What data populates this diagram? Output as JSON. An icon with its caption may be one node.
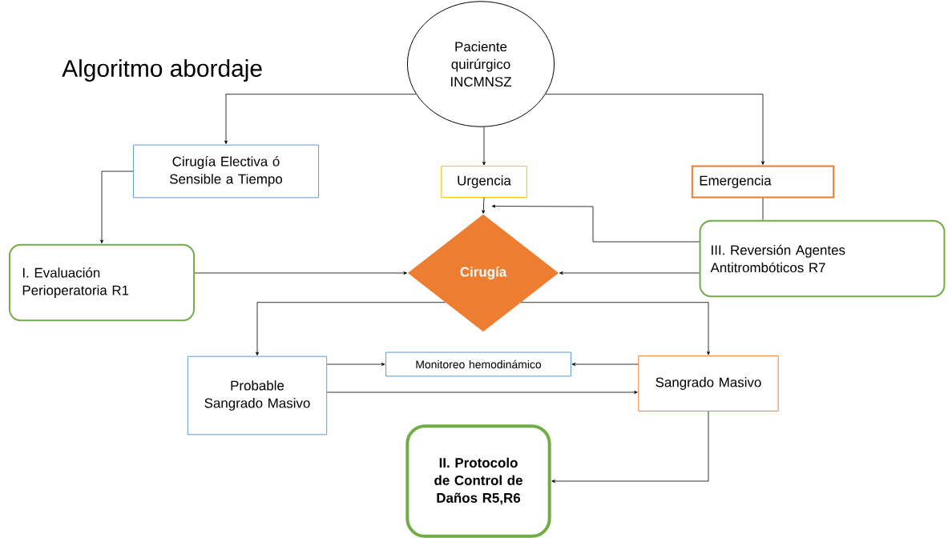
{
  "diagram": {
    "title": "Algoritmo abordaje",
    "nodes": [
      {
        "text": [
          "Paciente quirúrgico INCMNSZ"
        ]
      },
      {
        "text": [
          "Cirugía Electiva  ó Sensible a Tiempo"
        ]
      },
      {
        "text": [
          "Urgencia"
        ]
      },
      {
        "text": [
          "Emergencia"
        ]
      },
      {
        "text": [
          "I. Evaluación Perioperatoria R1"
        ]
      },
      {
        "text": [
          "Cirugía"
        ]
      },
      {
        "text": [
          "III. Reversión Agentes Antitrombóticos R7"
        ]
      },
      {
        "text": [
          "Probable Sangrado Masivo"
        ]
      },
      {
        "text": [
          "Monitoreo hemodinámico"
        ]
      },
      {
        "text": [
          "Sangrado Masivo"
        ]
      },
      {
        "text": [
          "II. Protocolo de Control de Daños R5,R6"
        ]
      }
    ],
    "edges": [
      {
        "from": 0,
        "to": 1,
        "arrow": "to"
      },
      {
        "from": 0,
        "to": 2,
        "arrow": "to"
      },
      {
        "from": 0,
        "to": 3,
        "arrow": "to"
      },
      {
        "from": 1,
        "to": 4,
        "arrow": "to"
      },
      {
        "from": 2,
        "to": 5,
        "arrow": "to"
      },
      {
        "from": 6,
        "to": 5,
        "arrow": "to"
      },
      {
        "from": 4,
        "to": 5,
        "arrow": "to"
      },
      {
        "from": 6,
        "to": 5,
        "arrow": "to"
      },
      {
        "from": 3,
        "to": 6,
        "arrow": "none"
      },
      {
        "from": 5,
        "to": 7,
        "arrow": "to"
      },
      {
        "from": 5,
        "to": 9,
        "arrow": "to"
      },
      {
        "from": 7,
        "to": 8,
        "arrow": "to"
      },
      {
        "from": 9,
        "to": 8,
        "arrow": "to"
      },
      {
        "from": 7,
        "to": 9,
        "arrow": "to"
      },
      {
        "from": 9,
        "to": 10,
        "arrow": "to"
      }
    ]
  }
}
